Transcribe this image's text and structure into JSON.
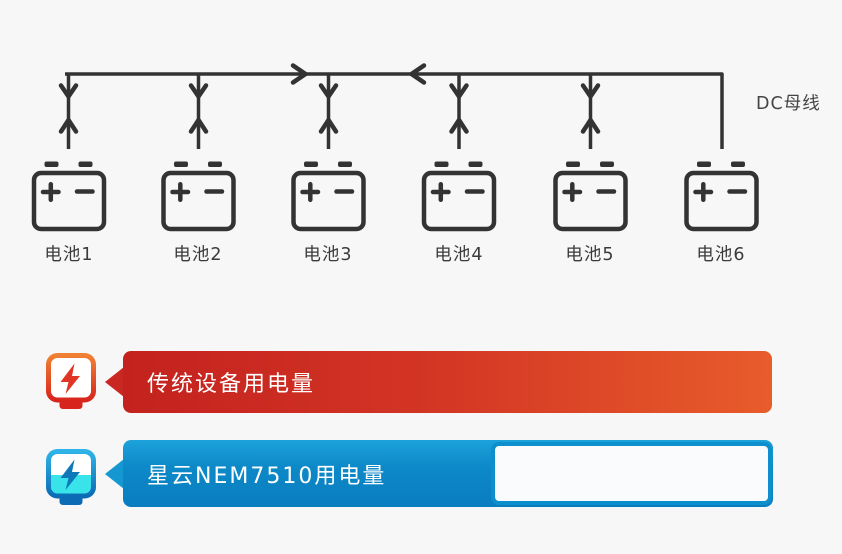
{
  "diagram": {
    "bus_label": "DC母线",
    "batteries": [
      {
        "label": "电池1"
      },
      {
        "label": "电池2"
      },
      {
        "label": "电池3"
      },
      {
        "label": "电池4"
      },
      {
        "label": "电池5"
      },
      {
        "label": "电池6"
      }
    ],
    "bus_arrow_directions": [
      "right",
      "left"
    ],
    "riser_arrow_directions": [
      "down",
      "up"
    ],
    "line_color": "#333333"
  },
  "comparison": {
    "rows": [
      {
        "id": "traditional",
        "icon": "lightning-meter-red-icon",
        "label": "传统设备用电量",
        "fill_percent": 100,
        "color_start": "#c3221e",
        "color_end": "#e85c2b"
      },
      {
        "id": "nebula-nem7510",
        "icon": "lightning-meter-blue-icon",
        "label": "星云NEM7510用电量",
        "fill_percent": 56.6,
        "color_start": "#1da2db",
        "color_end": "#0a7dbf",
        "empty_track_color": "#fafbfc"
      }
    ]
  },
  "colors": {
    "background": "#f7f7f8",
    "diagram_line": "#333333",
    "label_text": "#3b3b3b",
    "cyan_accent": "#38e4ea",
    "bar_text": "#ffffff"
  }
}
